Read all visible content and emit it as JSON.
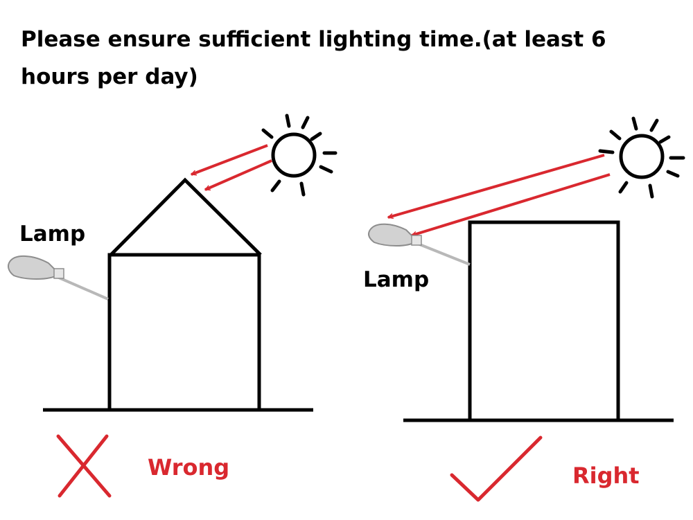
{
  "headline": "Please ensure sufficient lighting time.(at least 6 hours per day)",
  "colors": {
    "line": "#000000",
    "ray": "#d9282f",
    "verdict": "#d9282f",
    "lamp_body": "#c9c9c9"
  },
  "panels": [
    {
      "id": "wrong",
      "lamp_label": "Lamp",
      "verdict_text": "Wrong",
      "verdict_icon": "cross-mark-icon",
      "building": "house-with-pitched-roof"
    },
    {
      "id": "right",
      "lamp_label": "Lamp",
      "verdict_text": "Right",
      "verdict_icon": "check-mark-icon",
      "building": "flat-roof-building"
    }
  ]
}
